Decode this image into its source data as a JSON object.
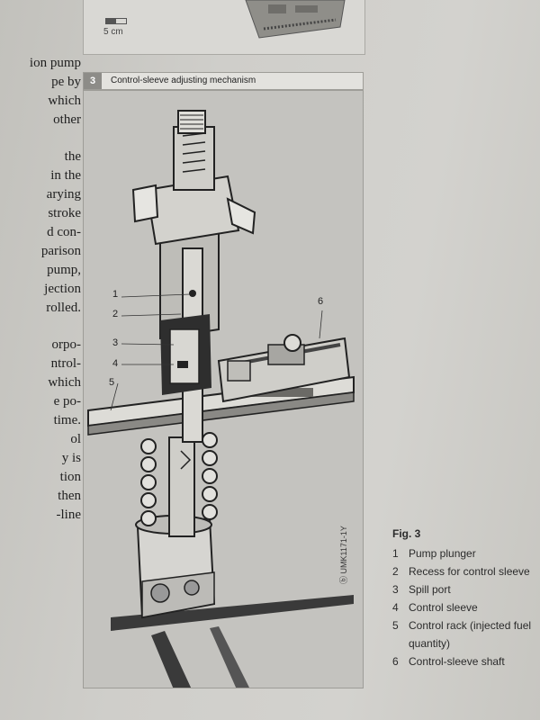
{
  "body_text": {
    "lines_top": [
      "ion pump",
      "pe by",
      "which",
      "other"
    ],
    "lines_mid": [
      "the",
      "in the",
      "arying",
      "stroke",
      "d con-",
      "parison",
      "pump,",
      "jection",
      "rolled."
    ],
    "lines_bottom": [
      "orpo-",
      "ntrol-",
      "which",
      "e po-",
      "time.",
      "ol",
      "y is",
      "tion",
      "then",
      "-line"
    ]
  },
  "top_figure": {
    "scale_label": "5 cm"
  },
  "figure": {
    "number": "3",
    "title": "Control-sleeve adjusting mechanism",
    "callouts": [
      "1",
      "2",
      "3",
      "4",
      "5",
      "6"
    ],
    "code": "ⓑ UMK1171-1Y"
  },
  "caption": {
    "title": "Fig. 3",
    "items": [
      {
        "num": "1",
        "text": "Pump plunger"
      },
      {
        "num": "2",
        "text": "Recess for control sleeve"
      },
      {
        "num": "3",
        "text": "Spill port"
      },
      {
        "num": "4",
        "text": "Control sleeve"
      },
      {
        "num": "5",
        "text": "Control rack (injected fuel quantity)"
      },
      {
        "num": "6",
        "text": "Control-sleeve shaft"
      }
    ]
  }
}
